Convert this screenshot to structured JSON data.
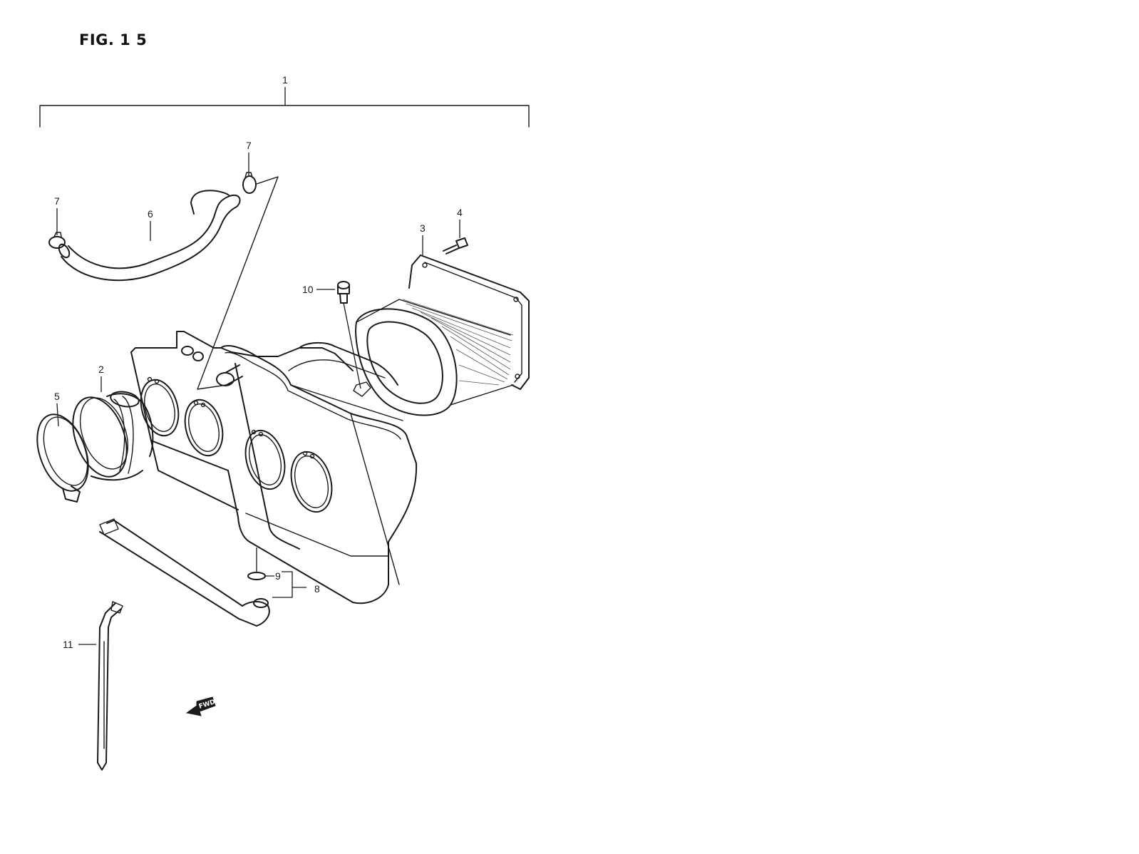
{
  "figure": {
    "title": "FIG. 1 5"
  },
  "callouts": {
    "c1": "1",
    "c2": "2",
    "c3": "3",
    "c4": "4",
    "c5": "5",
    "c6": "6",
    "c7a": "7",
    "c7b": "7",
    "c8": "8",
    "c9": "9",
    "c10": "10",
    "c11": "11"
  },
  "direction_marker": {
    "label": "FWD"
  },
  "colors": {
    "line": "#1a1a1a",
    "background": "#ffffff"
  }
}
